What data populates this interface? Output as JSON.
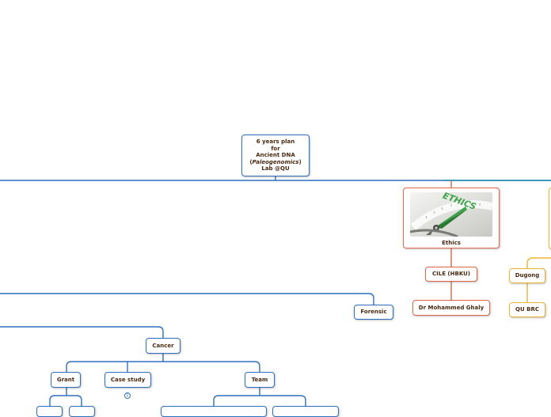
{
  "root": {
    "line1": "6 years plan",
    "line2": "for",
    "line3": "Ancient DNA",
    "line4_pre": "(",
    "line4_it": "Paleogenomics",
    "line4_post": ")",
    "line5": "Lab @QU"
  },
  "ethics": {
    "image_word": "ETHICS",
    "label": "Ethics",
    "children": [
      "CILE (HBKU)",
      "Dr Mohammed Ghaly"
    ]
  },
  "yellow_branch": [
    "Dugong",
    "QU BRC"
  ],
  "forensic": "Forensic",
  "cancer": {
    "label": "Cancer",
    "children": [
      "Grant",
      "Case study",
      "Team"
    ],
    "case_study_badge": "1"
  },
  "colors": {
    "blue": "#2f6fbf",
    "red": "#e0674a",
    "yellow": "#e7b532",
    "text": "#4a2a10"
  }
}
